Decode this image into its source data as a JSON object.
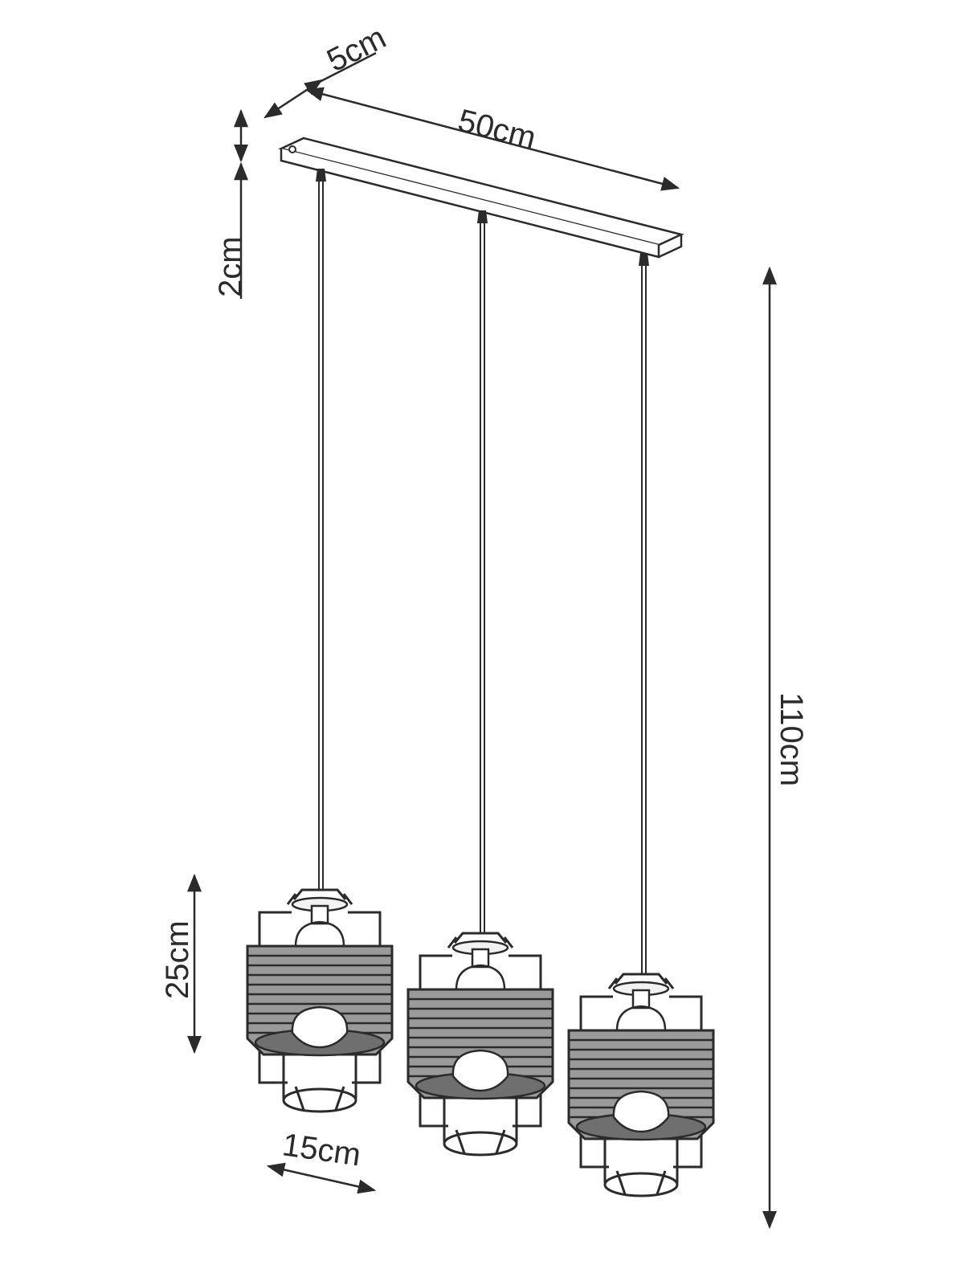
{
  "dimensions": {
    "depth": "5cm",
    "width": "50cm",
    "height_canopy": "2cm",
    "height_total": "110cm",
    "shade_height": "25cm",
    "shade_diameter": "15cm"
  },
  "colors": {
    "ink": "#2b2b2b",
    "background": "#ffffff",
    "shade_fill": "#9a9a9a"
  }
}
